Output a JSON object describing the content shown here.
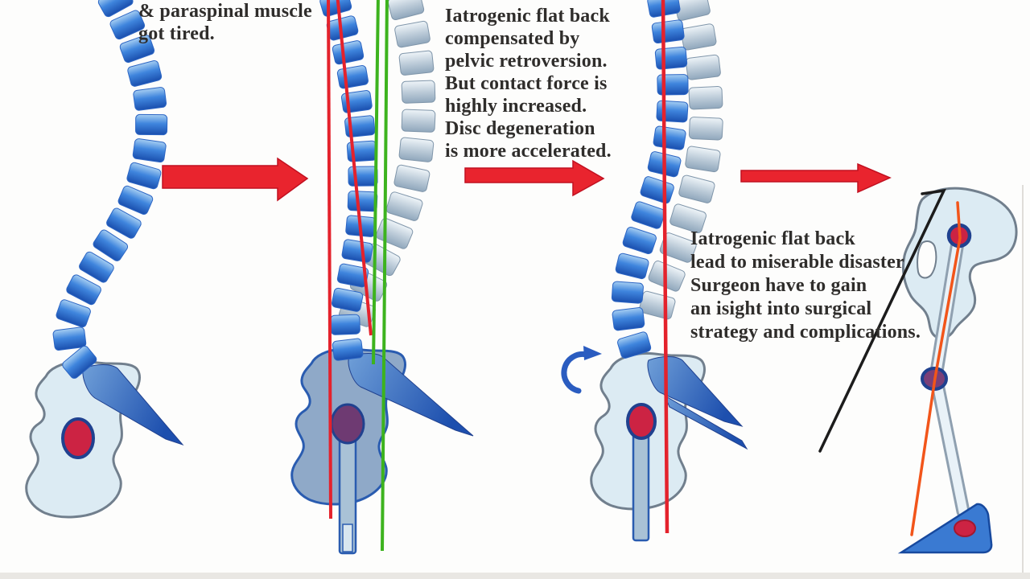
{
  "figure": {
    "notes": {
      "note1": {
        "lines": [
          "& paraspinal muscle",
          "got tired."
        ]
      },
      "note2": {
        "lines": [
          "Iatrogenic flat back",
          "compensated by",
          "pelvic retroversion.",
          "But contact force is",
          "highly increased.",
          "Disc degeneration",
          "is more accelerated."
        ]
      },
      "note3": {
        "lines": [
          "Iatrogenic flat back",
          "lead to miserable disaster",
          "Surgeon have to gain",
          "an isight into surgical",
          "strategy and complications."
        ]
      }
    },
    "icons": {
      "flow_arrow": "→",
      "rotation_arrow": "↺"
    },
    "colors": {
      "background": "#fdfdfc",
      "text": "#2f2d2b",
      "arrow_red": "#e9242e",
      "arrow_red_dark": "#c11020",
      "vertebra_blue_light": "#a6cef2",
      "vertebra_blue_mid": "#3f85dd",
      "vertebra_blue_dark": "#1a4fae",
      "vertebra_blue_stroke": "#2d66c4",
      "vertebra_gray_light": "#eef4f8",
      "vertebra_gray_mid": "#bdccd9",
      "vertebra_gray_dark": "#90a7bc",
      "vertebra_gray_stroke": "#8096aa",
      "pelvis_light_fill": "#dcebf3",
      "pelvis_light_stroke": "#717f8d",
      "pelvis_blue_fill": "#8fa9c8",
      "pelvis_blue_stroke": "#2a5cb0",
      "sacrum_light": "#6f9fd8",
      "sacrum_dark": "#1d4fae",
      "femoral_red": "#cc2343",
      "femoral_ring": "#20418f",
      "femoral_purple": "#6e3a72",
      "rod_fill": "#a9c2d6",
      "rod_light": "#d8e6ef",
      "line_red": "#e4222c",
      "line_green": "#3db31e",
      "line_black": "#1c1c1c",
      "line_orange": "#f2551a",
      "bone_outline": "#8fa0b0",
      "bone_fill": "#e9f2f8",
      "knee_fill": "#7a3f78",
      "foot_blue": "#3a7ad2",
      "foot_stroke": "#17499e",
      "rotation_blue": "#2a5cc0",
      "bottom_bar": "#e9e7e3",
      "edge_line": "#dfddd9"
    }
  }
}
